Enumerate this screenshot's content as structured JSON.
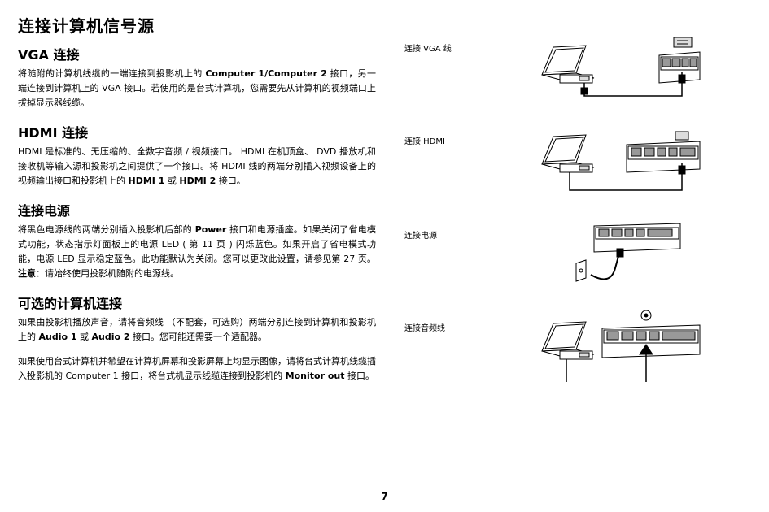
{
  "page_title": "连接计算机信号源",
  "sections": {
    "vga": {
      "title": "VGA 连接",
      "p1": {
        "a": "将随附的计算机线缆的一端连接到投影机上的 ",
        "b1": "Computer 1/Computer 2",
        "c": " 接口，另一端连接到计算机上的 VGA 接口。若使用的是台式计算机，您需要先从计算机的视频端口上拔掉显示器线缆。"
      }
    },
    "hdmi": {
      "title": "HDMI 连接",
      "p1": {
        "a": "HDMI 是标准的、无压缩的、全数字音频 / 视频接口。 HDMI 在机顶盒、 DVD 播放机和接收机等输入源和投影机之间提供了一个接口。将 HDMI 线的两端分别插入视频设备上的视频输出接口和投影机上的 ",
        "b1": "HDMI 1",
        "c": " 或 ",
        "b2": "HDMI 2",
        "d": " 接口。"
      }
    },
    "power": {
      "title": "连接电源",
      "p1": {
        "a": "将黑色电源线的两端分别插入投影机后部的 ",
        "b1": "Power",
        "c": " 接口和电源插座。如果关闭了省电模式功能，状态指示灯面板上的电源 LED ( 第  11 页 ) 闪烁蓝色。如果开启了省电模式功能，电源 LED 显示稳定蓝色。此功能默认为关闭。您可以更改此设置，请参见第  27 页。",
        "b2": "注意",
        "d": "：请始终使用投影机随附的电源线。"
      }
    },
    "optional": {
      "title": "可选的计算机连接",
      "p1": {
        "a": "如果由投影机播放声音，请将音频线 （不配套，可选购）两端分别连接到计算机和投影机上的 ",
        "b1": "Audio 1",
        "c": " 或 ",
        "b2": "Audio 2",
        "d": " 接口。您可能还需要一个适配器。"
      },
      "p2": {
        "a": "如果使用台式计算机并希望在计算机屏幕和投影屏幕上均显示图像，请将台式计算机线缆插入投影机的 Computer 1 接口，将台式机显示线缆连接到投影机的 ",
        "b1": "Monitor out",
        "c": " 接口。"
      }
    }
  },
  "figures": {
    "vga_label": "连接 VGA 线",
    "hdmi_label": "连接 HDMI",
    "power_label": "连接电源",
    "audio_label": "连接音频线"
  },
  "page_number": "7"
}
